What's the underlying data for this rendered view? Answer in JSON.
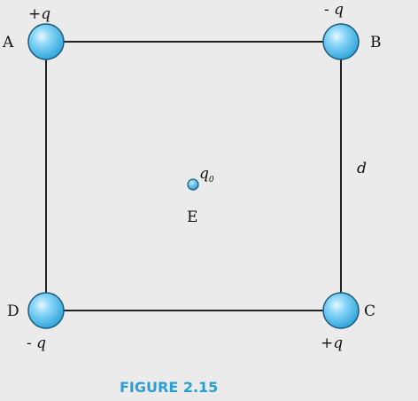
{
  "corners": {
    "A": {
      "label": "A",
      "charge": "+q"
    },
    "B": {
      "label": "B",
      "charge": "- q"
    },
    "C": {
      "label": "C",
      "charge": "+q"
    },
    "D": {
      "label": "D",
      "charge": "- q"
    }
  },
  "center": {
    "label": "E",
    "charge_symbol": "q",
    "charge_subscript": "0"
  },
  "side_label": "d",
  "caption": "FIGURE 2.15",
  "colors": {
    "charge_fill": "#5cc3f0",
    "charge_stroke": "#1a5a7a",
    "line": "#222222",
    "caption": "#2b9fd4",
    "background": "#ebebeb"
  }
}
